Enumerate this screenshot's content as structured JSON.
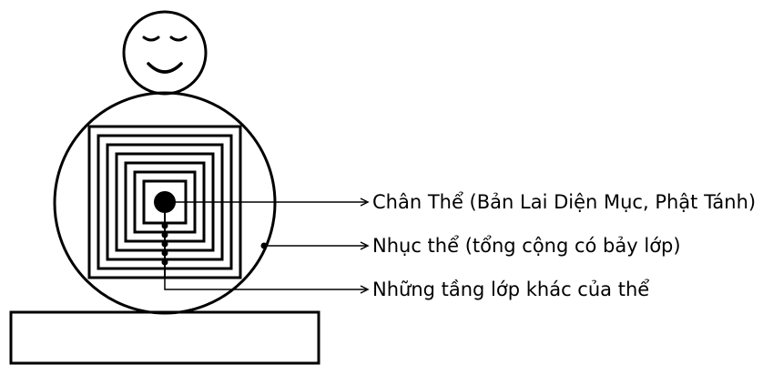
{
  "labels": {
    "true_self": "Chân Thể (Bản Lai Diện Mục, Phật Tánh)",
    "physical_body": "Nhục thể (tổng cộng có bảy lớp)",
    "other_layers": "Những tầng lớp khác của thể"
  },
  "nested_square_count": 7,
  "layer_marker_count": 5,
  "colors": {
    "stroke": "#000000",
    "background": "#ffffff"
  }
}
